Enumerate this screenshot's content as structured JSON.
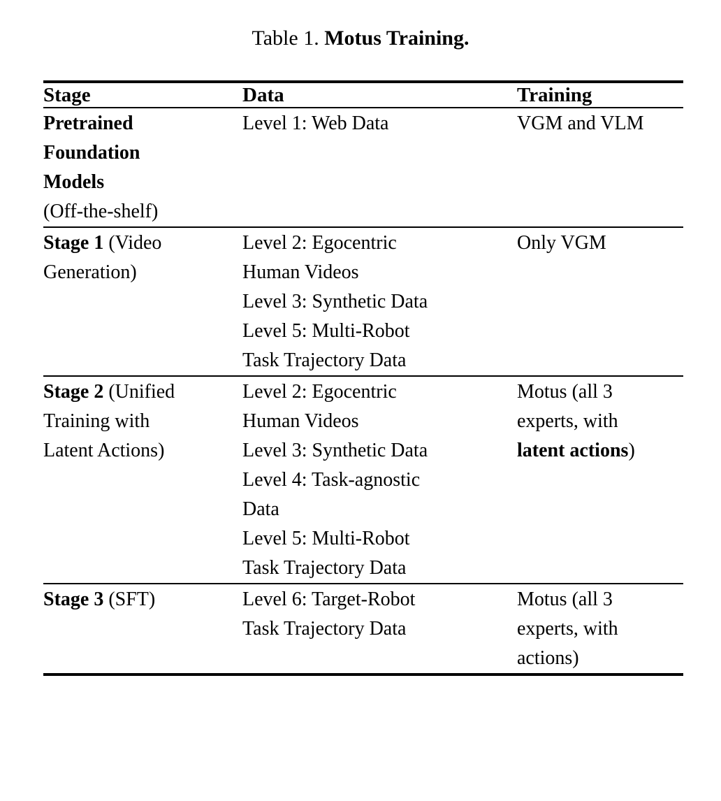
{
  "caption": {
    "label": "Table 1.",
    "title": "Motus Training."
  },
  "table": {
    "columns": [
      {
        "key": "stage",
        "header": "Stage"
      },
      {
        "key": "data",
        "header": "Data"
      },
      {
        "key": "training",
        "header": "Training"
      }
    ],
    "rows": [
      {
        "stage": {
          "bold": "Pretrained Foundation Models",
          "regular": "(Off-the-shelf)",
          "lines": [
            "Pretrained",
            "Foundation",
            "Models",
            "(Off-the-shelf)"
          ]
        },
        "data": {
          "text": "Level 1: Web Data",
          "lines": [
            "Level 1: Web Data"
          ]
        },
        "training": {
          "text": "VGM and VLM",
          "lines": [
            "VGM and VLM"
          ]
        }
      },
      {
        "stage": {
          "bold": "Stage 1",
          "regular": "(Video Generation)",
          "lines": [
            "Stage 1 (Video",
            "Generation)"
          ]
        },
        "data": {
          "text": "Level 2: Egocentric Human Videos Level 3: Synthetic Data Level 5: Multi-Robot Task Trajectory Data",
          "lines": [
            "Level 2: Egocentric",
            "Human Videos",
            "Level 3: Synthetic Data",
            "Level 5: Multi-Robot",
            "Task Trajectory Data"
          ]
        },
        "training": {
          "text": "Only VGM",
          "lines": [
            "Only VGM"
          ]
        }
      },
      {
        "stage": {
          "bold": "Stage 2",
          "regular": "(Unified Training with Latent Actions)",
          "lines": [
            "Stage 2 (Unified",
            "Training with",
            "Latent Actions)"
          ]
        },
        "data": {
          "text": "Level 2: Egocentric Human Videos Level 3: Synthetic Data Level 4: Task-agnostic Data Level 5: Multi-Robot Task Trajectory Data",
          "lines": [
            "Level 2: Egocentric",
            "Human Videos",
            "Level 3: Synthetic Data",
            "Level 4: Task-agnostic",
            "Data",
            "Level 5: Multi-Robot",
            "Task Trajectory Data"
          ]
        },
        "training": {
          "text": "Motus (all 3 experts, with latent actions)",
          "lines": [
            "Motus (all 3",
            "experts, with",
            "latent actions)"
          ],
          "bold_fragment": "latent actions"
        }
      },
      {
        "stage": {
          "bold": "Stage 3",
          "regular": "(SFT)",
          "lines": [
            "Stage 3 (SFT)"
          ]
        },
        "data": {
          "text": "Level 6: Target-Robot Task Trajectory Data",
          "lines": [
            "Level 6: Target-Robot",
            "Task Trajectory Data"
          ]
        },
        "training": {
          "text": "Motus (all 3 experts, with actions)",
          "lines": [
            "Motus (all 3",
            "experts, with",
            "actions)"
          ]
        }
      }
    ]
  },
  "fragments": {
    "r0_stage_l1": "Pretrained",
    "r0_stage_l2": "Foundation",
    "r0_stage_l3": "Models",
    "r0_stage_l4": "(Off-the-shelf)",
    "r0_data_l1": "Level 1: Web Data",
    "r0_train_l1": "VGM and VLM",
    "r1_stage_b1": "Stage 1",
    "r1_stage_r1": " (Video",
    "r1_stage_l2": "Generation)",
    "r1_data_l1": "Level 2: Egocentric",
    "r1_data_l2": "Human Videos",
    "r1_data_l3": "Level 3: Synthetic Data",
    "r1_data_l4": "Level 5: Multi-Robot",
    "r1_data_l5": "Task Trajectory Data",
    "r1_train_l1": "Only VGM",
    "r2_stage_b1": "Stage 2",
    "r2_stage_r1": " (Unified",
    "r2_stage_l2": "Training with",
    "r2_stage_l3": "Latent Actions)",
    "r2_data_l1": "Level 2: Egocentric",
    "r2_data_l2": "Human Videos",
    "r2_data_l3": "Level 3: Synthetic Data",
    "r2_data_l4": "Level 4: Task-agnostic",
    "r2_data_l5": "Data",
    "r2_data_l6": "Level 5: Multi-Robot",
    "r2_data_l7": "Task Trajectory Data",
    "r2_train_l1": "Motus (all 3",
    "r2_train_l2": "experts, with",
    "r2_train_l3b": "latent actions",
    "r2_train_l3r": ")",
    "r3_stage_b1": "Stage 3",
    "r3_stage_r1": " (SFT)",
    "r3_data_l1": "Level 6: Target-Robot",
    "r3_data_l2": "Task Trajectory Data",
    "r3_train_l1": "Motus (all 3",
    "r3_train_l2": "experts, with",
    "r3_train_l3": "actions)"
  }
}
